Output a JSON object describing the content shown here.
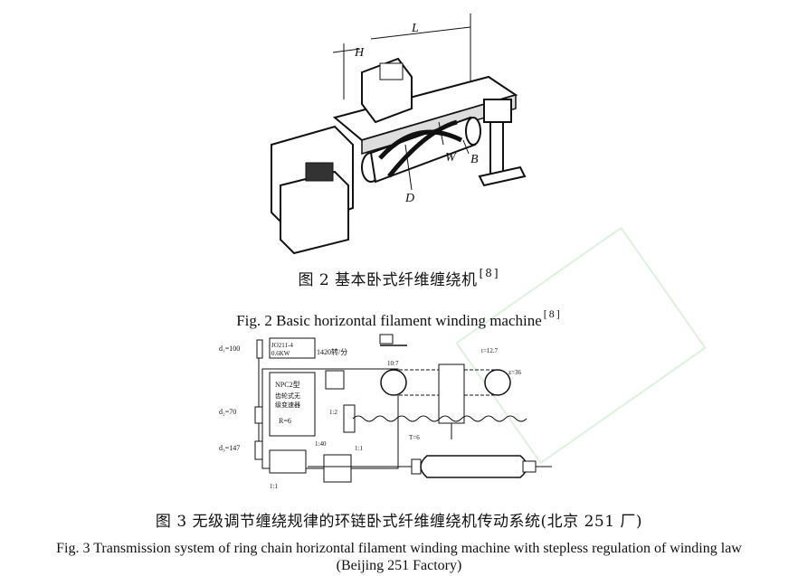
{
  "figure2": {
    "labels": {
      "H": "H",
      "L": "L",
      "W": "W",
      "B": "B",
      "D": "D"
    },
    "caption_cn": "图 2   基本卧式纤维缠绕机",
    "caption_cn_ref": "[8]",
    "caption_en": "Fig. 2   Basic horizontal filament winding machine",
    "caption_en_ref": "[8]"
  },
  "figure3": {
    "labels": {
      "d1": "d₁=100",
      "d2": "d₂=70",
      "d3": "d₃=147",
      "motor_model": "JO211-4",
      "motor_power": "0.6KW",
      "motor_speed": "1420转/分",
      "reducer_model": "NPC2型",
      "reducer_desc1": "齿轮式无",
      "reducer_desc2": "级变速器",
      "reducer_ratio": "R=6",
      "ratio_1_2": "1:2",
      "ratio_1_40": "1:40",
      "ratio_1_1a": "1:1",
      "ratio_1_1b": "1:1",
      "sprocket_10_7": "10:7",
      "pitch": "t=12.7",
      "teeth": "z=36",
      "chain": "T=6"
    },
    "caption_cn": "图 3   无级调节缠绕规律的环链卧式纤维缠绕机传动系统(北京 251 厂)",
    "caption_en_line1": "Fig. 3   Transmission system of ring chain horizontal filament winding machine with stepless regulation of winding law",
    "caption_en_line2": "(Beijing 251 Factory)"
  }
}
